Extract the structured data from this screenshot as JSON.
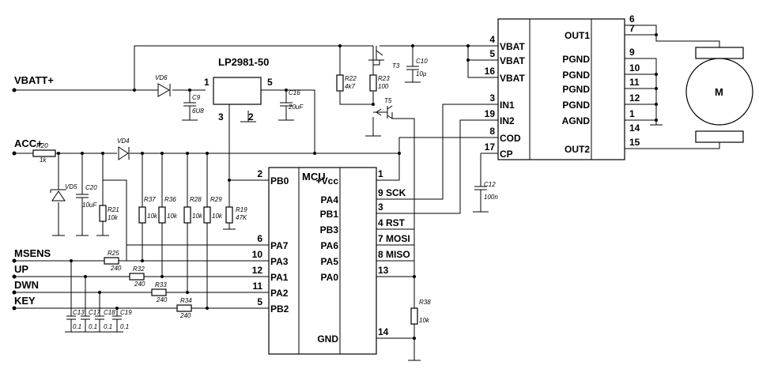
{
  "nets": {
    "vbatt": "VBATT+",
    "acc": "ACC+",
    "msens": "MSENS",
    "up": "UP",
    "dwn": "DWN",
    "key": "KEY"
  },
  "regulator": {
    "name": "LP2981-50",
    "pin_in": "1",
    "pin_out": "5",
    "pin_en": "3",
    "pin_gnd": "2"
  },
  "mcu": {
    "name": "MCU",
    "left_pins": [
      {
        "num": "2",
        "name": "PB0"
      },
      {
        "num": "6",
        "name": "PA7"
      },
      {
        "num": "10",
        "name": "PA3"
      },
      {
        "num": "12",
        "name": "PA1"
      },
      {
        "num": "11",
        "name": "PA2"
      },
      {
        "num": "5",
        "name": "PB2"
      }
    ],
    "right_pins": [
      {
        "num": "1",
        "name": "+Vcc"
      },
      {
        "num": "9 SCK",
        "name": "PA4"
      },
      {
        "num": "3",
        "name": "PB1"
      },
      {
        "num": "4 RST",
        "name": "PB3"
      },
      {
        "num": "7 MOSI",
        "name": "PA6"
      },
      {
        "num": "8 MISO",
        "name": "PA5"
      },
      {
        "num": "13",
        "name": "PA0"
      },
      {
        "num": "14",
        "name": "GND"
      }
    ]
  },
  "driver": {
    "left_pins": [
      {
        "num": "4",
        "name": "VBAT"
      },
      {
        "num": "5",
        "name": "VBAT"
      },
      {
        "num": "16",
        "name": "VBAT"
      },
      {
        "num": "3",
        "name": "IN1"
      },
      {
        "num": "19",
        "name": "IN2"
      },
      {
        "num": "8",
        "name": "COD"
      },
      {
        "num": "17",
        "name": "CP"
      }
    ],
    "right_pins": [
      {
        "num": "6",
        "name": ""
      },
      {
        "num": "7",
        "name": "OUT1"
      },
      {
        "num": "9",
        "name": "PGND"
      },
      {
        "num": "10",
        "name": "PGND"
      },
      {
        "num": "11",
        "name": "PGND"
      },
      {
        "num": "12",
        "name": "PGND"
      },
      {
        "num": "1",
        "name": "AGND"
      },
      {
        "num": "14",
        "name": ""
      },
      {
        "num": "15",
        "name": "OUT2"
      }
    ]
  },
  "motor": {
    "label": "M"
  },
  "components": {
    "vd6": "VD6",
    "c9": "C9",
    "c9_val": "6U8",
    "c16": "C16",
    "c16_val": "20uF",
    "r22": "R22",
    "r22_val": "4k7",
    "r23": "R23",
    "r23_val": "100",
    "t3": "T3",
    "t5": "T5",
    "c10": "C10",
    "c10_val": "10µ",
    "r20": "R20",
    "r20_val": "1k",
    "vd4": "VD4",
    "vd5": "VD5",
    "c20": "C20",
    "c20_val": "10uF",
    "r21": "R21",
    "r21_val": "10k",
    "r37": "R37",
    "r37_val": "10k",
    "r36": "R36",
    "r36_val": "10k",
    "r28": "R28",
    "r28_val": "10k",
    "r29": "R29",
    "r29_val": "10k",
    "r19": "R19",
    "r19_val": "47K",
    "r25": "R25",
    "r25_val": "240",
    "r32": "R32",
    "r32_val": "240",
    "r33": "R33",
    "r33_val": "240",
    "r34": "R34",
    "r34_val": "240",
    "c13": "C13",
    "c17": "C17",
    "c18": "C18",
    "c19": "C19",
    "c13_val": "0.1",
    "c17_val": "0.1",
    "c18_val": "0.1",
    "c19_val": "0.1",
    "c12": "C12",
    "c12_val": "100n",
    "r38": "R38",
    "r38_val": "10k"
  }
}
